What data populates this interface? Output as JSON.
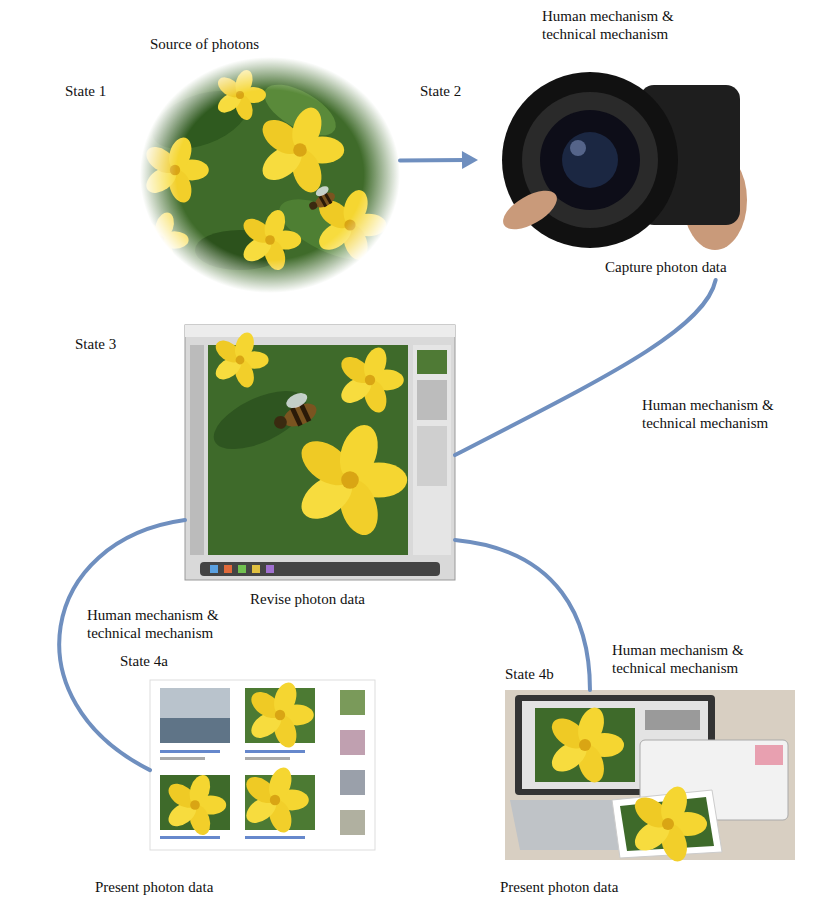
{
  "diagram": {
    "nodes": [
      {
        "text": [
          "State 1",
          "Source of photons"
        ]
      },
      {
        "text": [
          "State 2",
          "Capture photon data"
        ]
      },
      {
        "text": [
          "State 3",
          "Revise photon data"
        ]
      },
      {
        "text": [
          "State 4a",
          "Present photon data"
        ]
      },
      {
        "text": [
          "State 4b",
          "Present photon data"
        ]
      }
    ],
    "edges": [
      {
        "from": 0,
        "to": 1,
        "arrow": "to",
        "label": "Human mechanism & technical mechanism"
      },
      {
        "from": 1,
        "to": 2,
        "arrow": "none",
        "label": "Human mechanism & technical mechanism"
      },
      {
        "from": 2,
        "to": 3,
        "arrow": "none",
        "label": "Human mechanism & technical mechanism"
      },
      {
        "from": 2,
        "to": 4,
        "arrow": "none",
        "label": "Human mechanism & technical mechanism"
      }
    ]
  }
}
